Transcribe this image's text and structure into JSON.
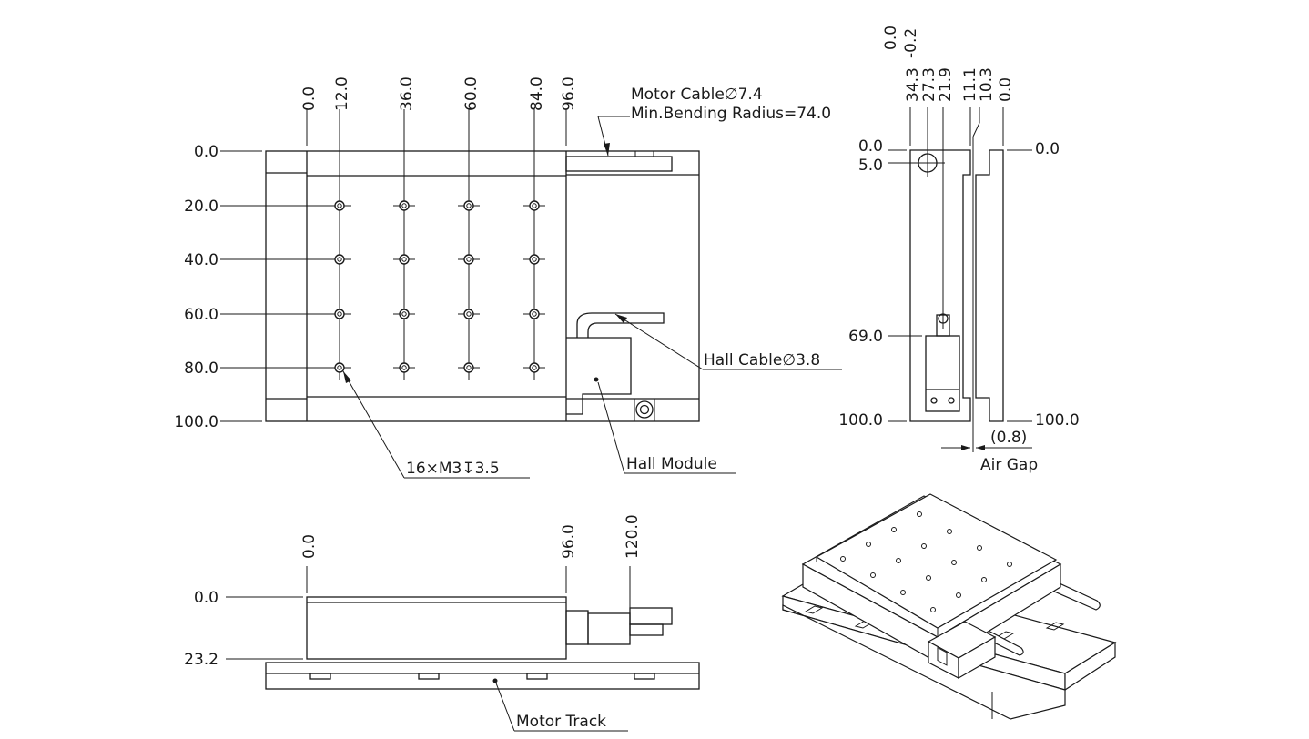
{
  "top_view": {
    "x_labels": [
      "0.0",
      "12.0",
      "36.0",
      "60.0",
      "84.0",
      "96.0"
    ],
    "y_labels": [
      "0.0",
      "20.0",
      "40.0",
      "60.0",
      "80.0",
      "100.0"
    ]
  },
  "callouts": {
    "motor_cable": "Motor Cable∅7.4",
    "bending_radius": "Min.Bending Radius=74.0",
    "hall_cable": "Hall Cable∅3.8",
    "hall_module": "Hall Module",
    "holes": "16×M3↧3.5",
    "motor_track": "Motor Track",
    "air_gap_value": "(0.8)",
    "air_gap": "Air Gap"
  },
  "side_view": {
    "x_labels": [
      "34.3",
      "27.3",
      "21.9",
      "11.1",
      "10.3",
      "0.0"
    ],
    "x_labels_top": [
      "0.0",
      "-0.2"
    ],
    "y_left": [
      "0.0",
      "5.0",
      "69.0",
      "100.0"
    ],
    "y_right": [
      "0.0",
      "100.0"
    ]
  },
  "front_view": {
    "x_labels": [
      "0.0",
      "96.0",
      "120.0"
    ],
    "y_labels": [
      "0.0",
      "23.2"
    ]
  }
}
